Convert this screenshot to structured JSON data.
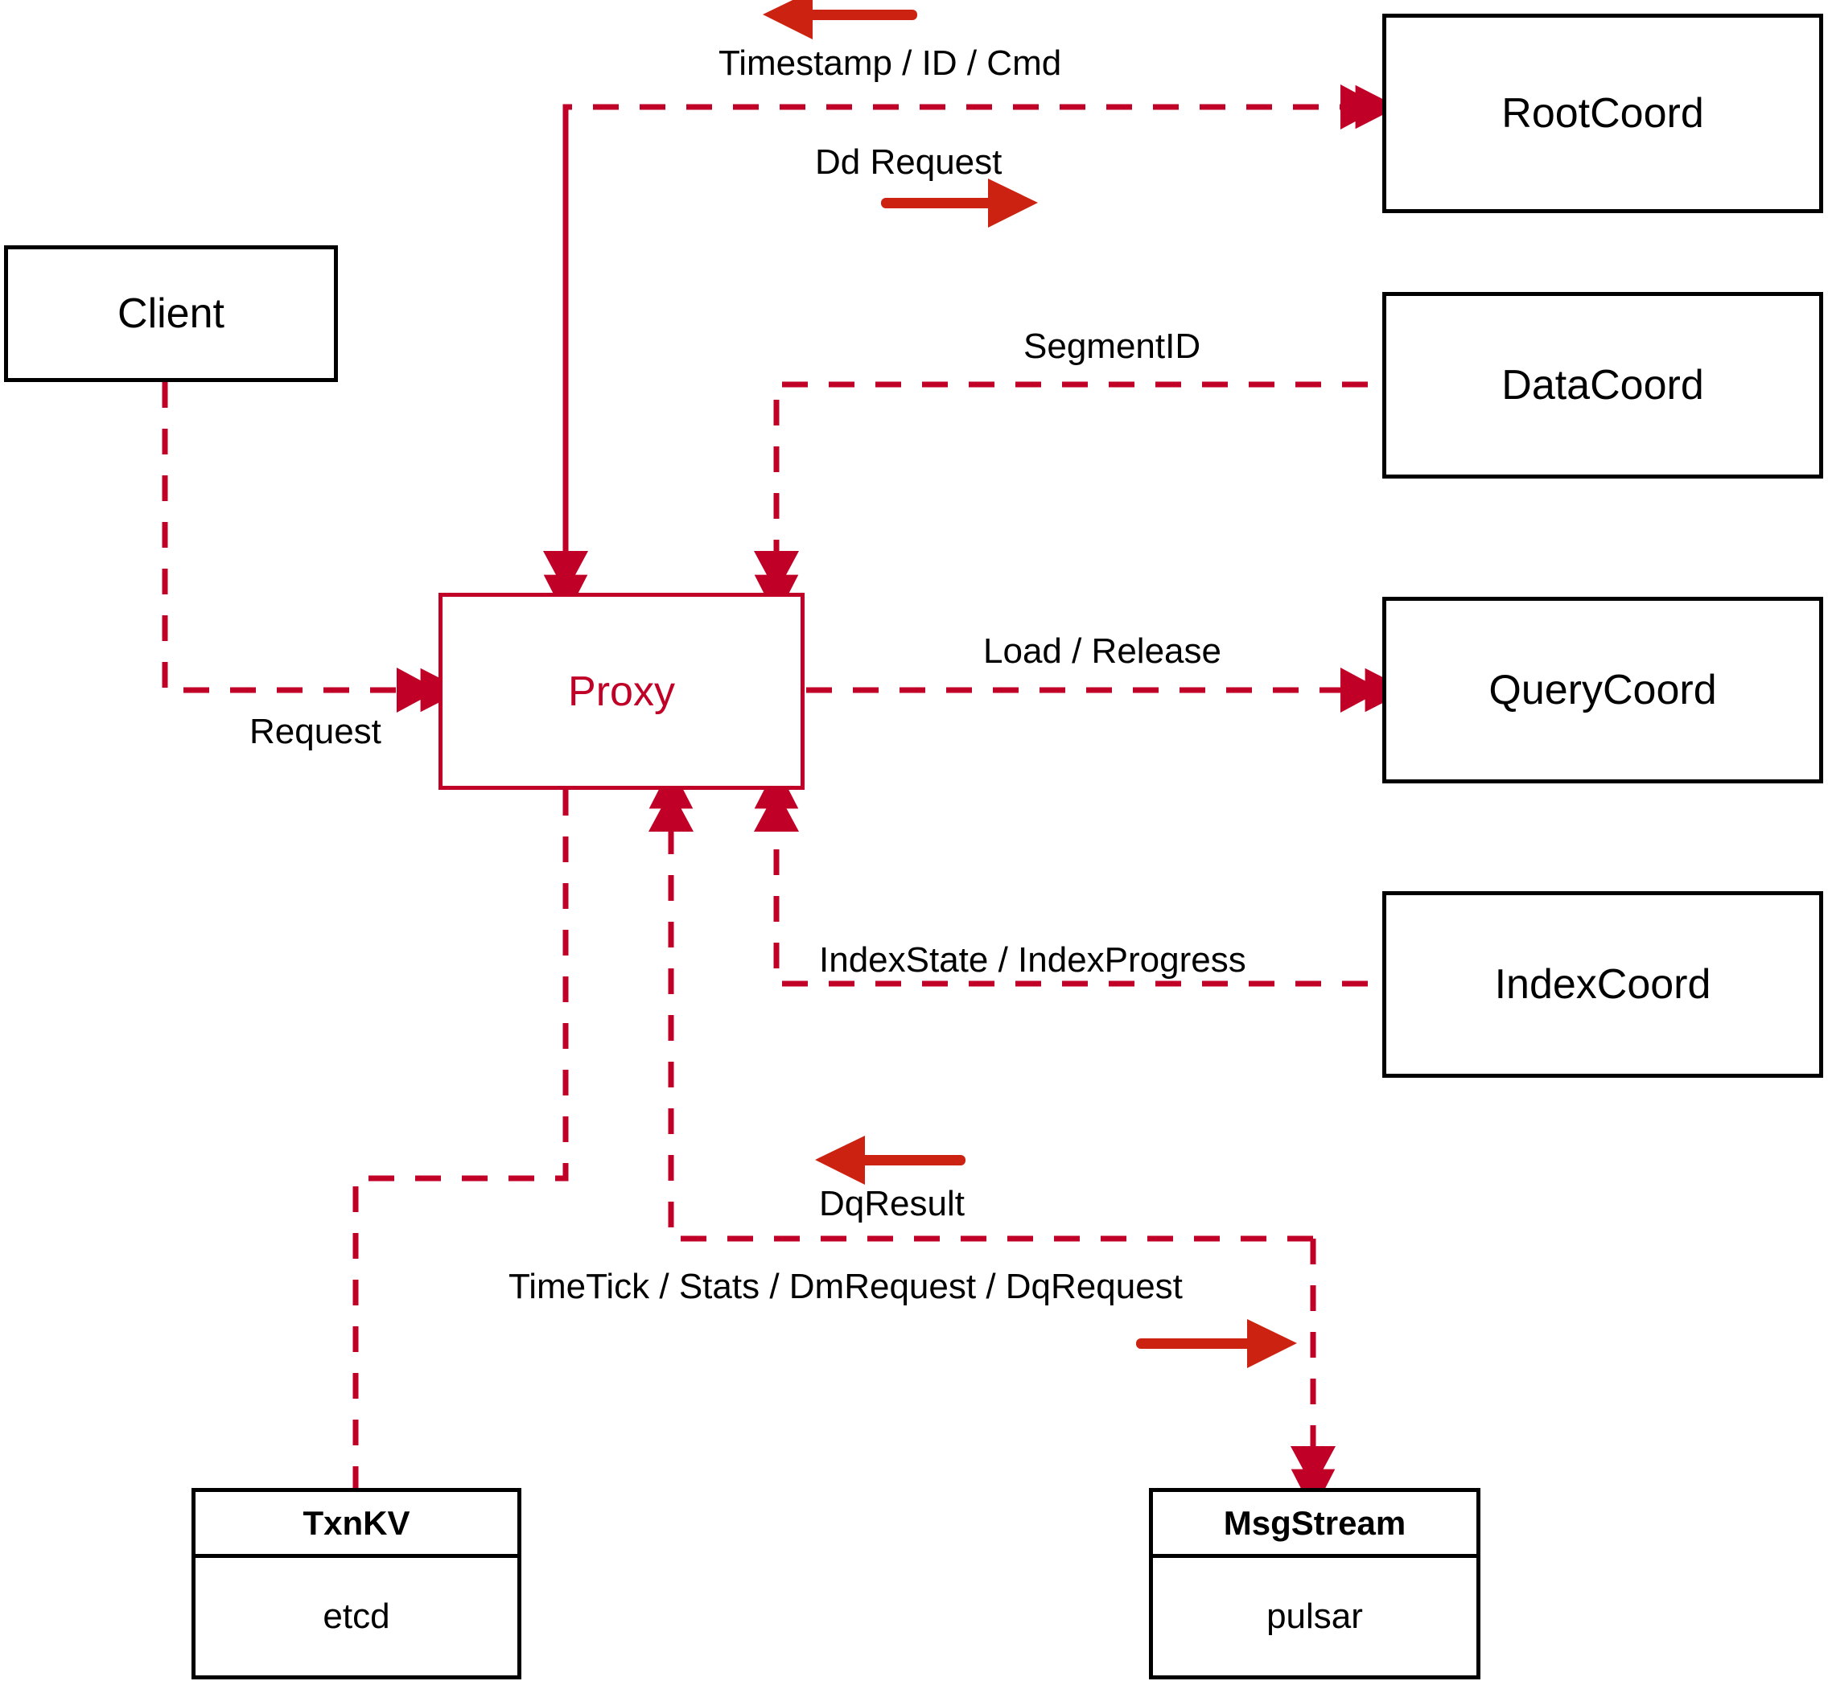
{
  "diagram": {
    "title": "Proxy component interaction diagram",
    "colors": {
      "dashed_edge": "#c00026",
      "proxy_border": "#c00026",
      "proxy_text": "#c00026",
      "node_border": "#000000",
      "annotation_arrow": "#cc2211",
      "background": "#ffffff",
      "label_text": "#000000"
    },
    "nodes": [
      {
        "id": "client",
        "label": "Client",
        "style": "black-box"
      },
      {
        "id": "proxy",
        "label": "Proxy",
        "style": "red-box"
      },
      {
        "id": "rootcoord",
        "label": "RootCoord",
        "style": "black-box"
      },
      {
        "id": "datacoord",
        "label": "DataCoord",
        "style": "black-box"
      },
      {
        "id": "querycoord",
        "label": "QueryCoord",
        "style": "black-box"
      },
      {
        "id": "indexcoord",
        "label": "IndexCoord",
        "style": "black-box"
      }
    ],
    "components": [
      {
        "id": "txnkv",
        "header": "TxnKV",
        "body": "etcd"
      },
      {
        "id": "msgstream",
        "header": "MsgStream",
        "body": "pulsar"
      }
    ],
    "edge_labels": [
      {
        "id": "timestamp-id-cmd",
        "text": "Timestamp / ID / Cmd",
        "direction": "left",
        "from": "rootcoord",
        "to": "proxy"
      },
      {
        "id": "dd-request",
        "text": "Dd Request",
        "direction": "right",
        "from": "proxy",
        "to": "rootcoord"
      },
      {
        "id": "segmentid",
        "text": "SegmentID",
        "direction": "left",
        "from": "datacoord",
        "to": "proxy"
      },
      {
        "id": "request",
        "text": "Request",
        "direction": "right",
        "from": "client",
        "to": "proxy"
      },
      {
        "id": "load-release",
        "text": "Load / Release",
        "direction": "right",
        "from": "proxy",
        "to": "querycoord"
      },
      {
        "id": "index-state",
        "text": "IndexState / IndexProgress",
        "direction": "left",
        "from": "indexcoord",
        "to": "proxy"
      },
      {
        "id": "dq-result",
        "text": "DqResult",
        "direction": "left",
        "from": "msgstream",
        "to": "proxy"
      },
      {
        "id": "timetick-stats",
        "text": "TimeTick / Stats / DmRequest / DqRequest",
        "direction": "right",
        "from": "proxy",
        "to": "msgstream"
      }
    ]
  }
}
